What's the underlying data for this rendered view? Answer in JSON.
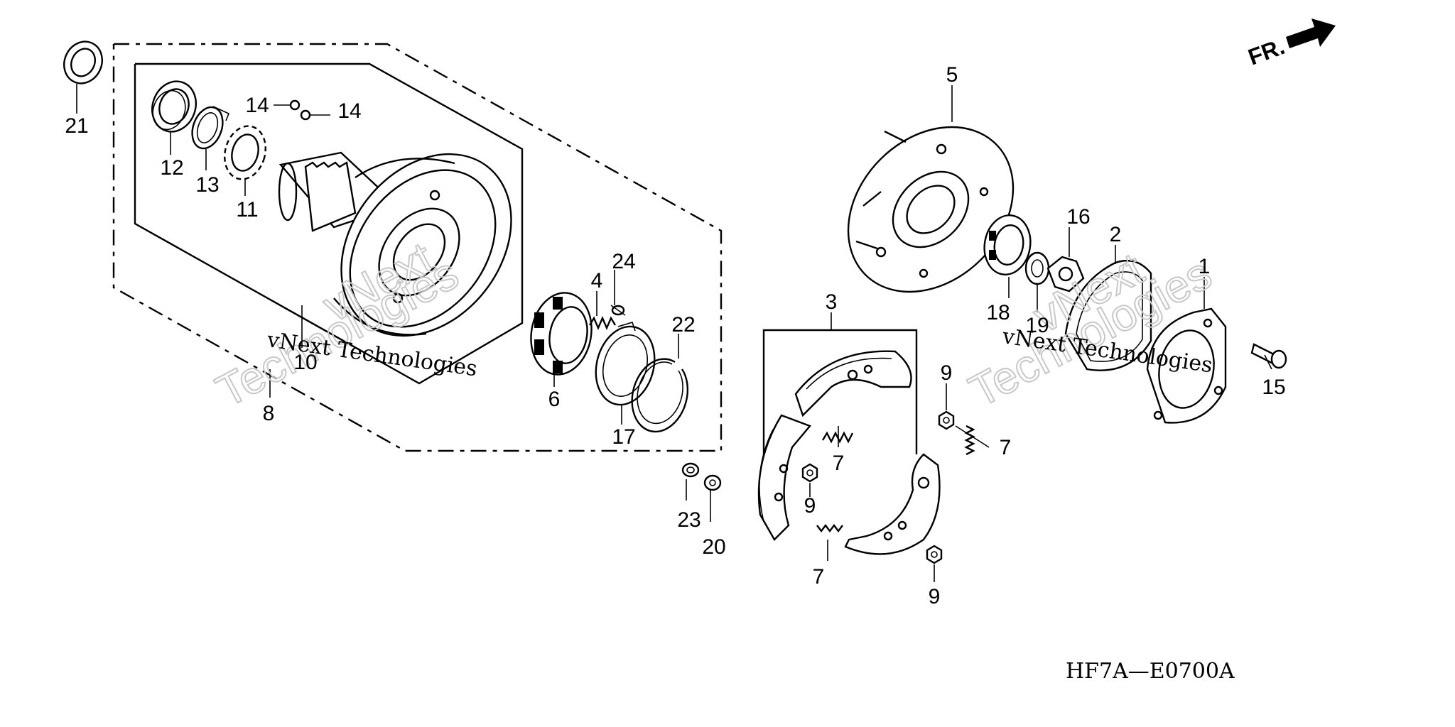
{
  "diagram": {
    "diagram_code": "HF7A—E0700A",
    "direction_label": "FR.",
    "watermark_lines": [
      "vNext Technologies",
      "vNext",
      "Technologies"
    ],
    "callouts": [
      {
        "id": "c1",
        "label": "1"
      },
      {
        "id": "c2",
        "label": "2"
      },
      {
        "id": "c3",
        "label": "3"
      },
      {
        "id": "c4",
        "label": "4"
      },
      {
        "id": "c5",
        "label": "5"
      },
      {
        "id": "c6",
        "label": "6"
      },
      {
        "id": "c7a",
        "label": "7"
      },
      {
        "id": "c7b",
        "label": "7"
      },
      {
        "id": "c7c",
        "label": "7"
      },
      {
        "id": "c8",
        "label": "8"
      },
      {
        "id": "c9a",
        "label": "9"
      },
      {
        "id": "c9b",
        "label": "9"
      },
      {
        "id": "c9c",
        "label": "9"
      },
      {
        "id": "c10",
        "label": "10"
      },
      {
        "id": "c11",
        "label": "11"
      },
      {
        "id": "c12",
        "label": "12"
      },
      {
        "id": "c13",
        "label": "13"
      },
      {
        "id": "c14a",
        "label": "14"
      },
      {
        "id": "c14b",
        "label": "14"
      },
      {
        "id": "c15",
        "label": "15"
      },
      {
        "id": "c16",
        "label": "16"
      },
      {
        "id": "c17",
        "label": "17"
      },
      {
        "id": "c18",
        "label": "18"
      },
      {
        "id": "c19",
        "label": "19"
      },
      {
        "id": "c20",
        "label": "20"
      },
      {
        "id": "c21",
        "label": "21"
      },
      {
        "id": "c22",
        "label": "22"
      },
      {
        "id": "c23",
        "label": "23"
      },
      {
        "id": "c24",
        "label": "24"
      }
    ]
  }
}
